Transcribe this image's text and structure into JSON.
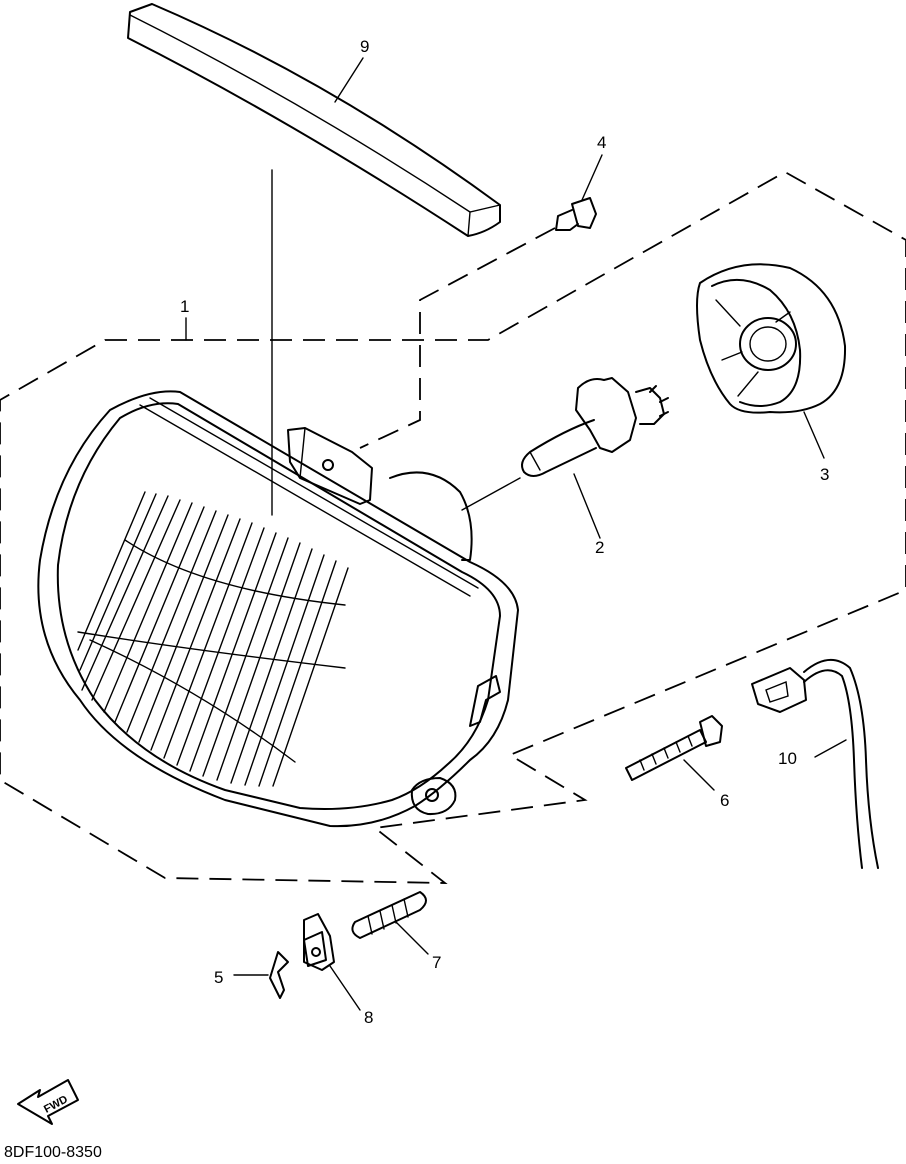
{
  "diagram": {
    "callouts": [
      {
        "id": "1",
        "label": "1"
      },
      {
        "id": "2",
        "label": "2"
      },
      {
        "id": "3",
        "label": "3"
      },
      {
        "id": "4",
        "label": "4"
      },
      {
        "id": "5",
        "label": "5"
      },
      {
        "id": "6",
        "label": "6"
      },
      {
        "id": "7",
        "label": "7"
      },
      {
        "id": "8",
        "label": "8"
      },
      {
        "id": "9",
        "label": "9"
      },
      {
        "id": "10",
        "label": "10"
      }
    ],
    "fwd_label": "FWD",
    "figure_code": "8DF100-8350"
  }
}
